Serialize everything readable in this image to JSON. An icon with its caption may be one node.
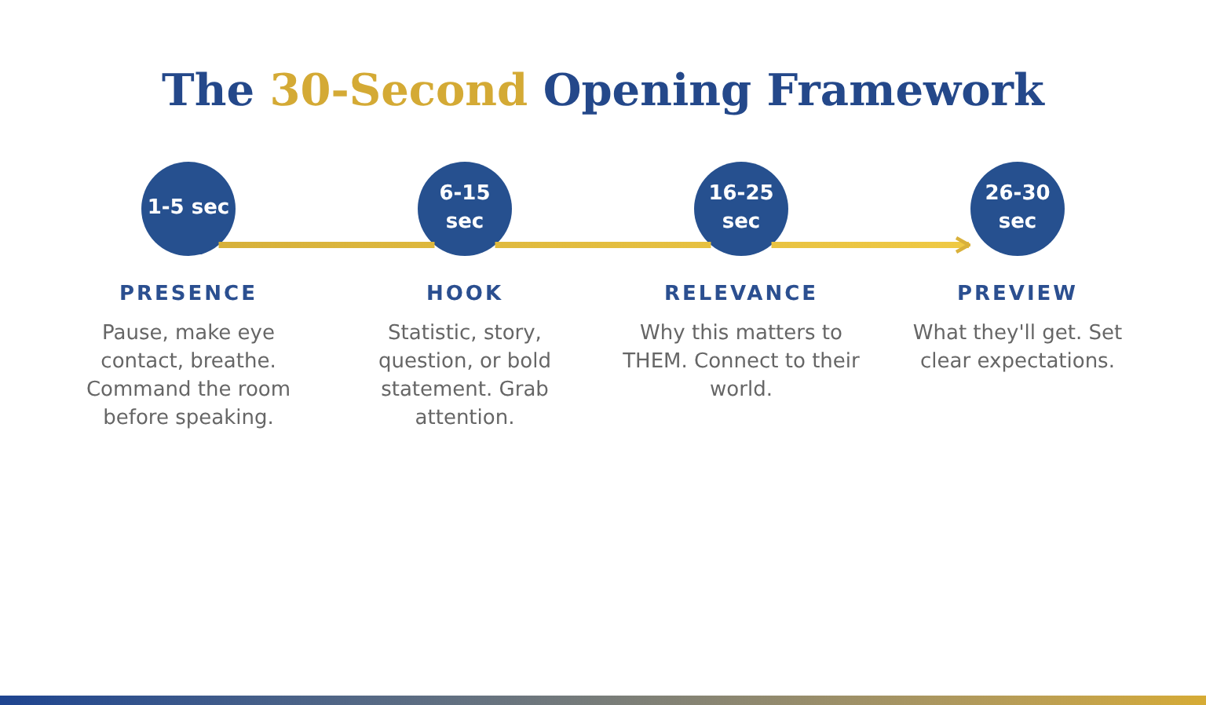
{
  "diagram": {
    "title": "The 30-Second Opening Framework",
    "nodes": [
      {
        "text": [
          "1-5 sec"
        ],
        "beside": [
          "PRESENCE",
          "Pause, make eye contact, breathe. Command the room before speaking."
        ]
      },
      {
        "text": [
          "6-15 sec"
        ],
        "beside": [
          "HOOK",
          "Statistic, story, question, or bold statement. Grab attention."
        ]
      },
      {
        "text": [
          "16-25 sec"
        ],
        "beside": [
          "RELEVANCE",
          "Why this matters to THEM. Connect to their world."
        ]
      },
      {
        "text": [
          "26-30 sec"
        ],
        "beside": [
          "PREVIEW",
          "What they'll get. Set clear expectations."
        ]
      }
    ],
    "edges": [
      {
        "from": 0,
        "to": 1,
        "arrow": "none"
      },
      {
        "from": 1,
        "to": 2,
        "arrow": "none"
      },
      {
        "from": 2,
        "to": 3,
        "arrow": "to"
      }
    ]
  }
}
